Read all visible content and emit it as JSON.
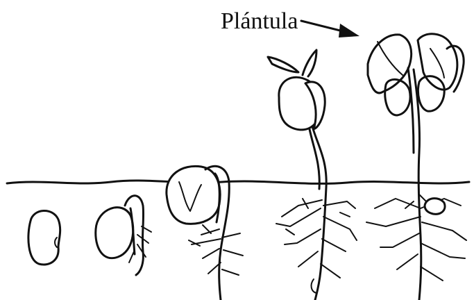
{
  "label": {
    "text": "Plántula"
  },
  "colors": {
    "ink": "#111111",
    "background": "#ffffff"
  },
  "stages": [
    "seed",
    "germinating-seed",
    "hooked-seedling",
    "emerging-seedling",
    "plantula"
  ]
}
